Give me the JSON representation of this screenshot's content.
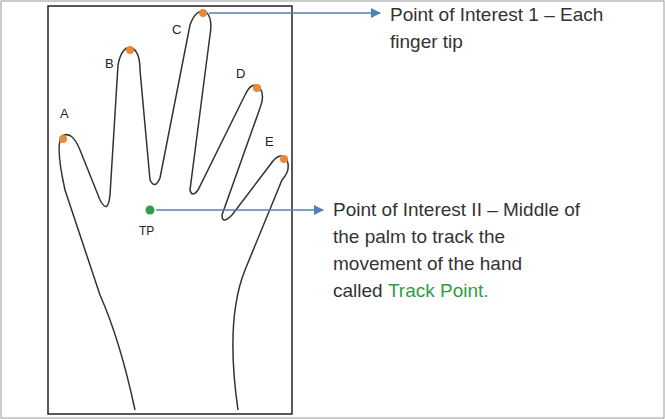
{
  "diagram": {
    "labels": [
      "A",
      "B",
      "C",
      "D",
      "E",
      "TP",
      "Point of Interest 1 – Each finger tip",
      "Point of Interest II – Middle of the palm to track the movement of the hand called",
      "Track Point."
    ]
  }
}
